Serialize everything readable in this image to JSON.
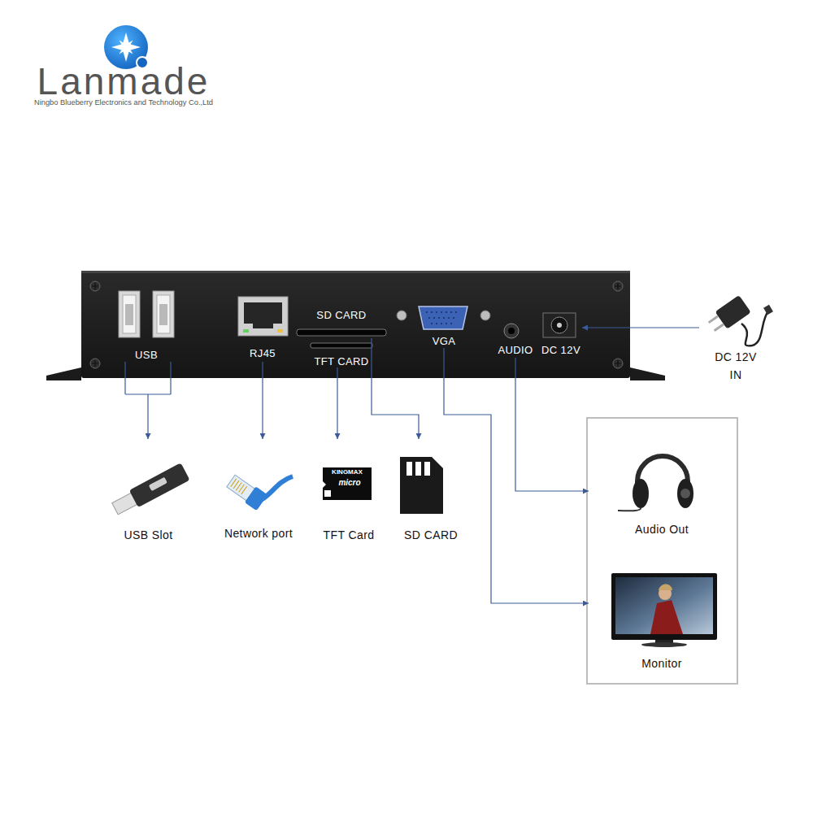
{
  "diagram": {
    "nodes": [
      {
        "text": [
          "USB"
        ]
      },
      {
        "text": [
          "RJ45"
        ]
      },
      {
        "text": [
          "SD CARD"
        ]
      },
      {
        "text": [
          "TFT CARD"
        ]
      },
      {
        "text": [
          "VGA"
        ]
      },
      {
        "text": [
          "AUDIO"
        ]
      },
      {
        "text": [
          "DC 12V"
        ]
      },
      {
        "text": [
          "DC 12V IN"
        ]
      },
      {
        "text": [
          "USB Slot"
        ]
      },
      {
        "text": [
          "Network port"
        ]
      },
      {
        "text": [
          "TFT Card"
        ]
      },
      {
        "text": [
          "SD CARD"
        ]
      },
      {
        "text": [
          "Audio Out"
        ]
      },
      {
        "text": [
          "Monitor"
        ]
      }
    ],
    "edges": [
      {
        "from": 0,
        "to": 8,
        "arrow": "to"
      },
      {
        "from": 1,
        "to": 9,
        "arrow": "to"
      },
      {
        "from": 2,
        "to": 11,
        "arrow": "to"
      },
      {
        "from": 3,
        "to": 10,
        "arrow": "to"
      },
      {
        "from": 4,
        "to": 13,
        "arrow": "to"
      },
      {
        "from": 5,
        "to": 12,
        "arrow": "to"
      },
      {
        "from": 7,
        "to": 6,
        "arrow": "to"
      }
    ],
    "labels": [
      "Lanmade",
      "Ningbo Blueberry Electronics and Technology Co.,Ltd",
      "KINGMAX",
      "micro"
    ]
  }
}
